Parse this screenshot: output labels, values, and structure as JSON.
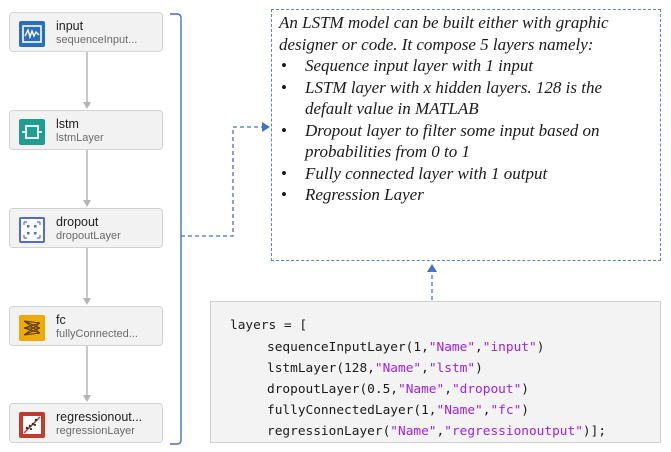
{
  "layers": [
    {
      "name": "input",
      "type": "sequenceInput...",
      "icon": "sequence-input-icon"
    },
    {
      "name": "lstm",
      "type": "lstmLayer",
      "icon": "lstm-icon"
    },
    {
      "name": "dropout",
      "type": "dropoutLayer",
      "icon": "dropout-icon"
    },
    {
      "name": "fc",
      "type": "fullyConnected...",
      "icon": "fully-connected-icon"
    },
    {
      "name": "regressionout...",
      "type": "regressionLayer",
      "icon": "regression-icon"
    }
  ],
  "description": {
    "intro": "An LSTM model can be built either with graphic designer or code. It compose 5 layers namely:",
    "bullets": [
      "Sequence input layer with 1 input",
      "LSTM layer with x hidden layers. 128 is the default value in MATLAB",
      "Dropout layer to filter some input based on probabilities from 0 to 1",
      "Fully connected layer with 1 output",
      "Regression Layer"
    ]
  },
  "code": {
    "header": "layers = [",
    "lines": [
      {
        "pre": "sequenceInputLayer(1,",
        "s1": "\"Name\"",
        "mid": ",",
        "s2": "\"input\"",
        "post": ")"
      },
      {
        "pre": "lstmLayer(128,",
        "s1": "\"Name\"",
        "mid": ",",
        "s2": "\"lstm\"",
        "post": ")"
      },
      {
        "pre": "dropoutLayer(0.5,",
        "s1": "\"Name\"",
        "mid": ",",
        "s2": "\"dropout\"",
        "post": ")"
      },
      {
        "pre": "fullyConnectedLayer(1,",
        "s1": "\"Name\"",
        "mid": ",",
        "s2": "\"fc\"",
        "post": ")"
      },
      {
        "pre": "regressionLayer(",
        "s1": "\"Name\"",
        "mid": ",",
        "s2": "\"regressionoutput\"",
        "post": ")];"
      }
    ]
  },
  "colors": {
    "accent": "#4472c4",
    "connector_dashed": "#5b87b8",
    "arrow_gray": "#b5b5b5",
    "code_string": "#a020f0"
  }
}
